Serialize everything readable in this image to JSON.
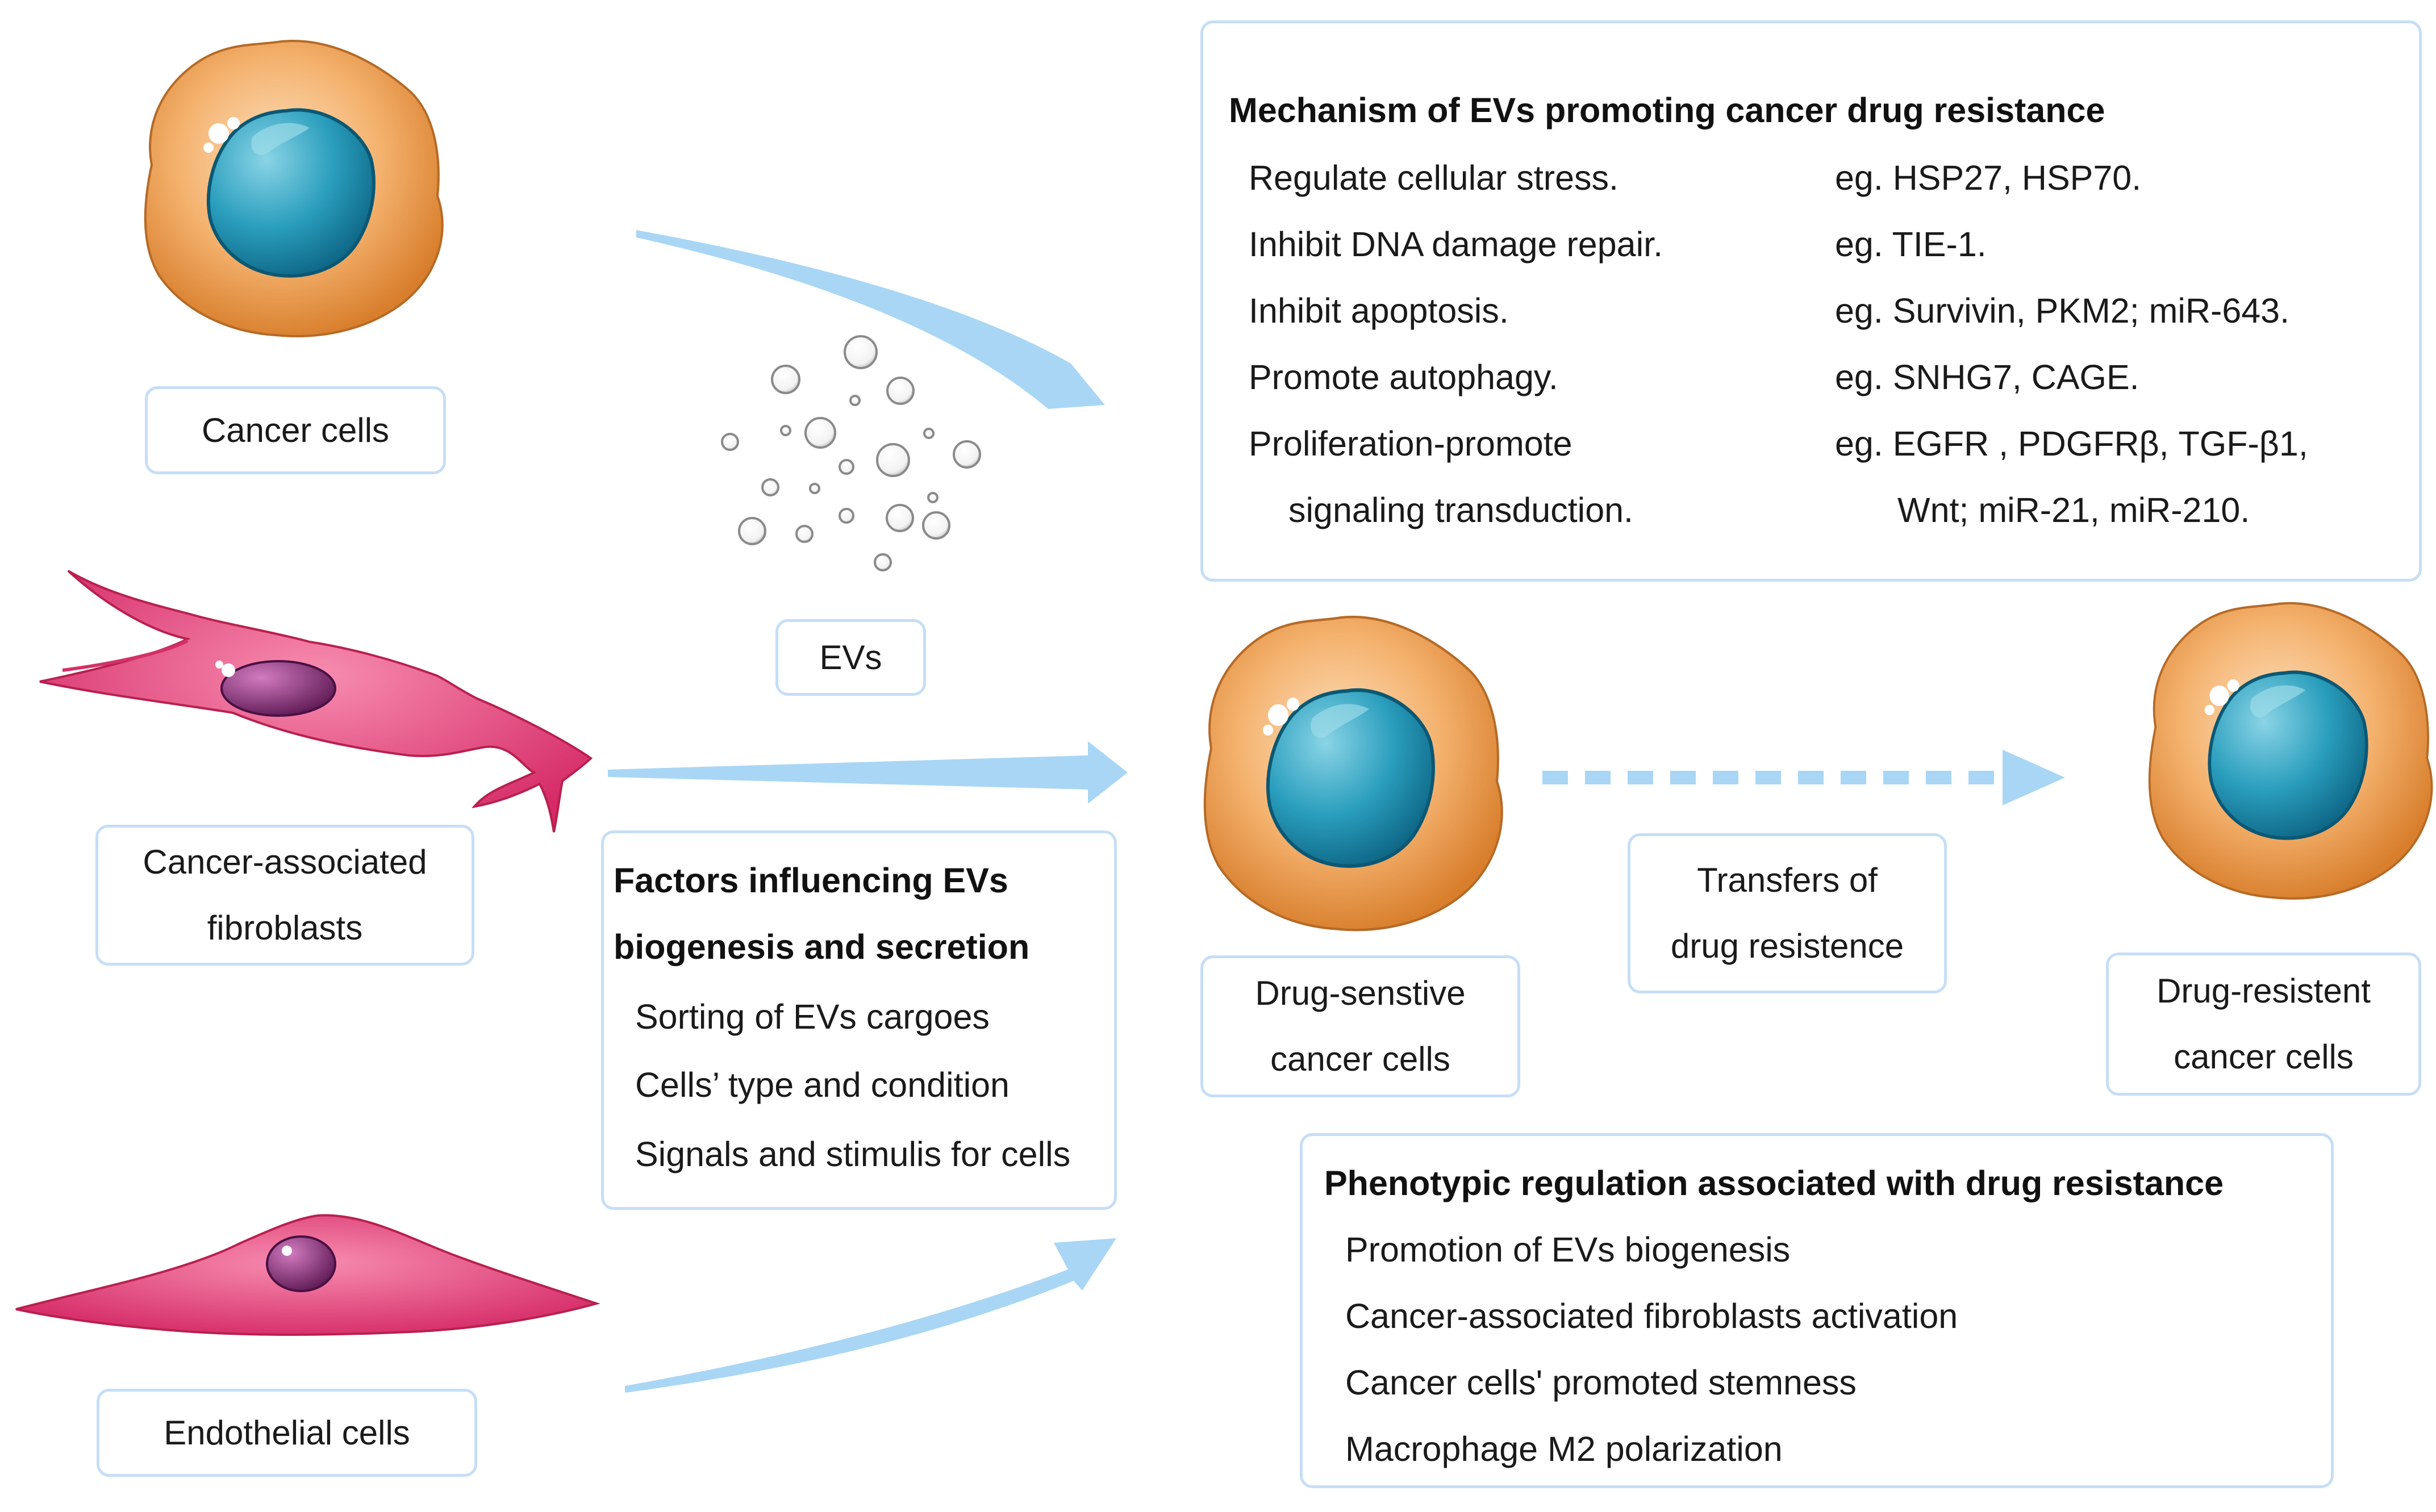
{
  "cells": {
    "cancer": "Cancer cells",
    "caf_line1": "Cancer-associated",
    "caf_line2": "fibroblasts",
    "endothelial": "Endothelial cells",
    "evs": "EVs",
    "drug_sensitive_line1": "Drug-senstive",
    "drug_sensitive_line2": "cancer cells",
    "transfer_line1": "Transfers of",
    "transfer_line2": "drug resistence",
    "drug_resistant_line1": "Drug-resistent",
    "drug_resistant_line2": "cancer cells"
  },
  "mechanism": {
    "title": "Mechanism of EVs promoting cancer drug resistance",
    "rows": [
      {
        "effect": "Regulate cellular stress.",
        "example": "eg. HSP27, HSP70."
      },
      {
        "effect": "Inhibit DNA damage repair.",
        "example": "eg. TIE-1."
      },
      {
        "effect": "Inhibit apoptosis.",
        "example": "eg. Survivin, PKM2; miR-643."
      },
      {
        "effect": "Promote autophagy.",
        "example": "eg. SNHG7, CAGE."
      },
      {
        "effect": "Proliferation-promote",
        "example": "eg. EGFR , PDGFRβ, TGF-β1,"
      },
      {
        "effect": "signaling transduction.",
        "example": "Wnt; miR-21, miR-210."
      }
    ]
  },
  "factors": {
    "title_line1": "Factors influencing EVs",
    "title_line2": "biogenesis and secretion",
    "items": [
      "Sorting of EVs cargoes",
      "Cells’ type and condition",
      "Signals and stimulis for cells"
    ]
  },
  "phenotypic": {
    "title": "Phenotypic regulation associated with drug resistance",
    "items": [
      "Promotion of EVs biogenesis",
      "Cancer-associated fibroblasts activation",
      "Cancer cells' promoted stemness",
      "Macrophage M2 polarization"
    ]
  },
  "colors": {
    "arrow": "#a9d6f5",
    "box_border": "#c6def7",
    "cell_cytoplasm": "#f0a860",
    "cell_nucleus": "#1f93ad",
    "fibroblast": "#ec4479",
    "fibroblast_nucleus": "#7f1f6e"
  }
}
